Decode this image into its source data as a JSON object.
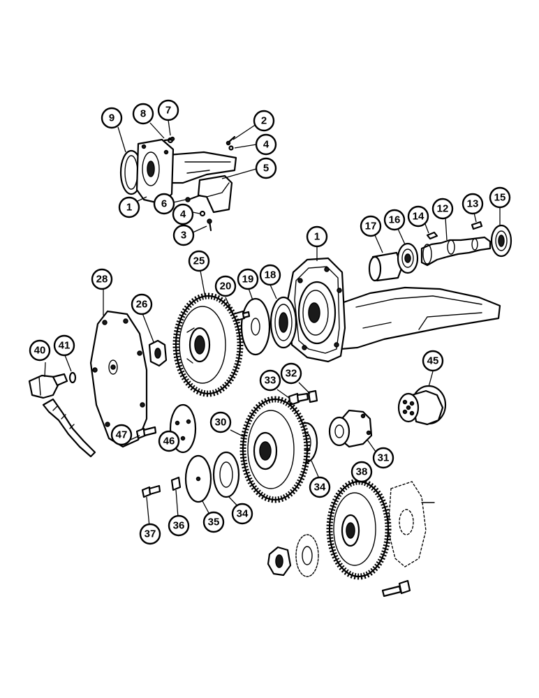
{
  "callouts": [
    {
      "id": "c9",
      "label": "9"
    },
    {
      "id": "c8",
      "label": "8"
    },
    {
      "id": "c7",
      "label": "7"
    },
    {
      "id": "c2",
      "label": "2"
    },
    {
      "id": "c4a",
      "label": "4"
    },
    {
      "id": "c5",
      "label": "5"
    },
    {
      "id": "c1a",
      "label": "1"
    },
    {
      "id": "c6",
      "label": "6"
    },
    {
      "id": "c4b",
      "label": "4"
    },
    {
      "id": "c3",
      "label": "3"
    },
    {
      "id": "c1b",
      "label": "1"
    },
    {
      "id": "c17",
      "label": "17"
    },
    {
      "id": "c16",
      "label": "16"
    },
    {
      "id": "c14",
      "label": "14"
    },
    {
      "id": "c12",
      "label": "12"
    },
    {
      "id": "c13",
      "label": "13"
    },
    {
      "id": "c15",
      "label": "15"
    },
    {
      "id": "c28",
      "label": "28"
    },
    {
      "id": "c25",
      "label": "25"
    },
    {
      "id": "c20",
      "label": "20"
    },
    {
      "id": "c19",
      "label": "19"
    },
    {
      "id": "c18",
      "label": "18"
    },
    {
      "id": "c26",
      "label": "26"
    },
    {
      "id": "c40",
      "label": "40"
    },
    {
      "id": "c41",
      "label": "41"
    },
    {
      "id": "c33",
      "label": "33"
    },
    {
      "id": "c32",
      "label": "32"
    },
    {
      "id": "c45",
      "label": "45"
    },
    {
      "id": "c30",
      "label": "30"
    },
    {
      "id": "c47",
      "label": "47"
    },
    {
      "id": "c46",
      "label": "46"
    },
    {
      "id": "c31",
      "label": "31"
    },
    {
      "id": "c34a",
      "label": "34"
    },
    {
      "id": "c34b",
      "label": "34"
    },
    {
      "id": "c38",
      "label": "38"
    },
    {
      "id": "c37",
      "label": "37"
    },
    {
      "id": "c36",
      "label": "36"
    },
    {
      "id": "c35",
      "label": "35"
    }
  ]
}
